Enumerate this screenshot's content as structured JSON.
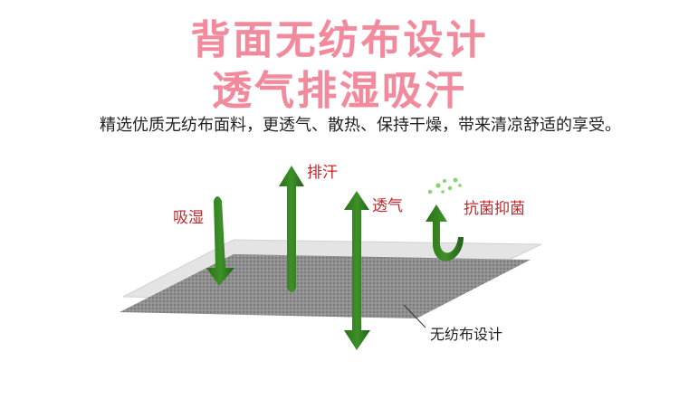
{
  "headline": {
    "line1": "背面无纺布设计",
    "line2": "透气排湿吸汗"
  },
  "subtitle": "精选优质无纺布面料，更透气、散热、保持干燥，带来清凉舒适的享受。",
  "labels": {
    "absorb": "吸湿",
    "sweat": "排汗",
    "breathe": "透气",
    "antibacterial": "抗菌抑菌",
    "fabric": "无纺布设计"
  },
  "colors": {
    "headline": "#f08a9c",
    "label_red": "#c0282d",
    "arrow_green": "#2f7a1e",
    "dots_green": "#7fd86a",
    "top_layer": "#e6e6e6",
    "bottom_layer": "#8a8a8a"
  }
}
